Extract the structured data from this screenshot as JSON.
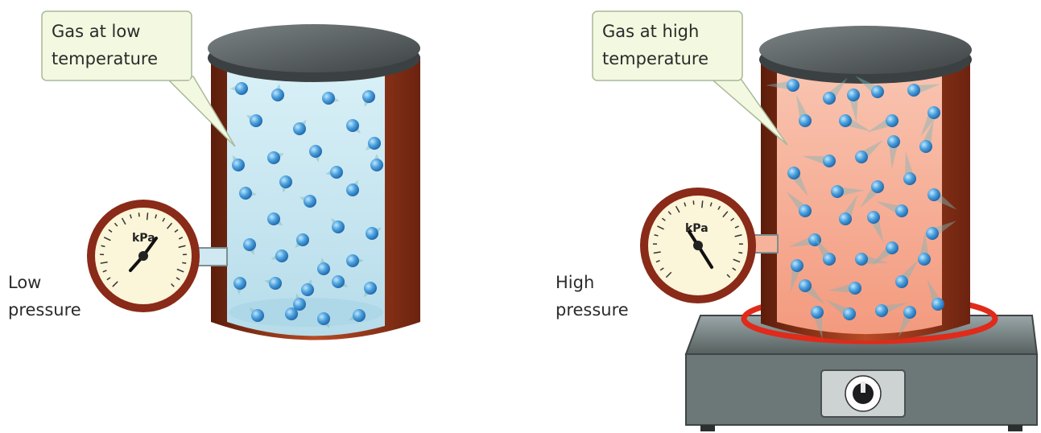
{
  "left_panel": {
    "callout_line1": "Gas at low",
    "callout_line2": "temperature",
    "pressure_line1": "Low",
    "pressure_line2": "pressure",
    "gauge_unit": "kPa"
  },
  "right_panel": {
    "callout_line1": "Gas at high",
    "callout_line2": "temperature",
    "pressure_line1": "High",
    "pressure_line2": "pressure",
    "gauge_unit": "kPa"
  },
  "colors": {
    "cold_gas": "#cde9f3",
    "hot_gas": "#f6a98e",
    "cylinder_wall": "#7a2a12",
    "lid": "#5f6566",
    "molecule": "#4aa0dc",
    "gauge_face": "#fbf5d9",
    "gauge_rim": "#8a2a18",
    "callout_fill": "#f3f9e0",
    "hotplate_ring": "#e02a1a",
    "hotplate_body": "#7d8a8c"
  }
}
